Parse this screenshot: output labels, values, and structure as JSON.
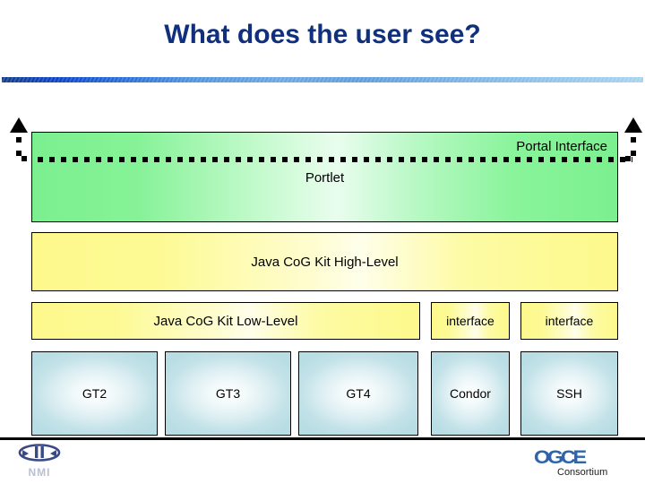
{
  "slide": {
    "title": "What does the user see?"
  },
  "diagram": {
    "portal": {
      "interface_label": "Portal Interface",
      "portlet_label": "Portlet",
      "color": "#7bf08f"
    },
    "cog_high": {
      "label": "Java CoG Kit High-Level",
      "color": "#fdf98c"
    },
    "cog_low": {
      "label": "Java CoG Kit Low-Level",
      "color": "#fdf98c"
    },
    "interfaces": [
      {
        "label": "interface"
      },
      {
        "label": "interface"
      }
    ],
    "providers": [
      {
        "label": "GT2"
      },
      {
        "label": "GT3"
      },
      {
        "label": "GT4"
      },
      {
        "label": "Condor"
      },
      {
        "label": "SSH"
      }
    ],
    "provider_color": "#c2e2e8"
  },
  "footer": {
    "nmi": {
      "label": "NMI"
    },
    "ogce": {
      "mark": "OGCE",
      "sub": "Consortium"
    }
  },
  "colors": {
    "title": "#10307e",
    "rule_start": "#123a8c",
    "rule_end": "#a8d2ef"
  }
}
